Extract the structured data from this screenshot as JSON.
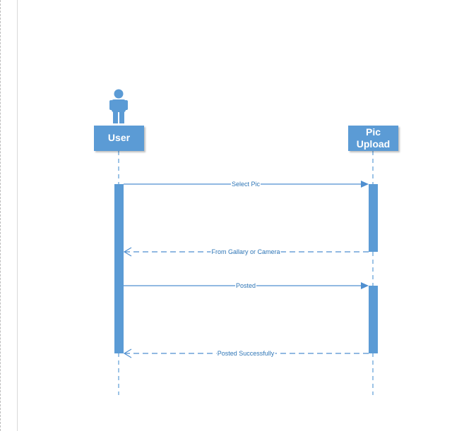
{
  "lifelines": [
    {
      "name": "User"
    },
    {
      "name": "Pic Upload"
    }
  ],
  "messages": [
    {
      "label": "Select Pic",
      "style": "solid"
    },
    {
      "label": "From Gallary or Camera",
      "style": "dashed"
    },
    {
      "label": "Posted",
      "style": "solid"
    },
    {
      "label": "Posted Successfully",
      "style": "dashed"
    }
  ],
  "colors": {
    "accent": "#5b9bd5",
    "text": "#2e75b6",
    "line": "#4f8fd0"
  }
}
